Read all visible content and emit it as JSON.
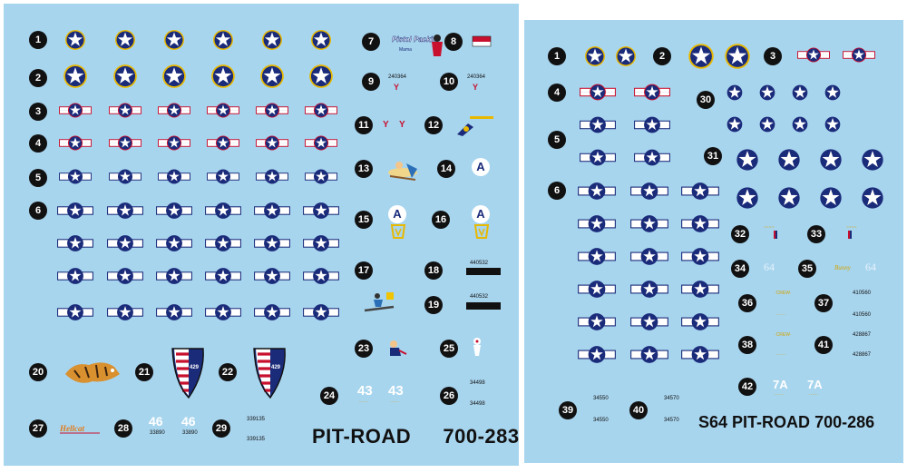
{
  "sheet_a": {
    "badges": [
      "1",
      "2",
      "3",
      "4",
      "5",
      "6",
      "7",
      "8",
      "9",
      "10",
      "11",
      "12",
      "13",
      "14",
      "15",
      "16",
      "17",
      "18",
      "19",
      "20",
      "21",
      "22",
      "23",
      "24",
      "25",
      "26",
      "27",
      "28",
      "29"
    ],
    "serials": {
      "s9": "240364",
      "s10": "240364",
      "s18": "440532",
      "s19": "440532",
      "s26a": "34498",
      "s26b": "34498",
      "s28": "33890",
      "s28b": "33890",
      "s29a": "339135",
      "s29b": "339135",
      "tail21": "429",
      "tail22": "429"
    },
    "codes": {
      "c24a": "43",
      "c24b": "43",
      "c28a": "46",
      "c28b": "46",
      "a14": "A",
      "a15": "A",
      "a16": "A"
    },
    "product": {
      "brand": "PIT-ROAD",
      "number": "700-283"
    }
  },
  "sheet_b": {
    "badges": [
      "1",
      "2",
      "3",
      "4",
      "5",
      "6",
      "30",
      "31",
      "32",
      "33",
      "34",
      "35",
      "36",
      "37",
      "38",
      "41",
      "42",
      "39",
      "40"
    ],
    "serials": {
      "s37a": "410560",
      "s37b": "410560",
      "s41a": "428867",
      "s41b": "428867",
      "s39a": "34550",
      "s39b": "34550",
      "s40a": "34570",
      "s40b": "34570"
    },
    "codes": {
      "c34": "64",
      "c35": "64",
      "c42a": "7A",
      "c42b": "7A"
    },
    "product": {
      "prefix": "S64",
      "brand": "PIT-ROAD",
      "number": "700-286"
    }
  },
  "colors": {
    "background": "#a8d5ee",
    "insignia_blue": "#1a2b7a",
    "insignia_red": "#c8102e",
    "insignia_yellow": "#e8b800",
    "badge": "#111111"
  }
}
